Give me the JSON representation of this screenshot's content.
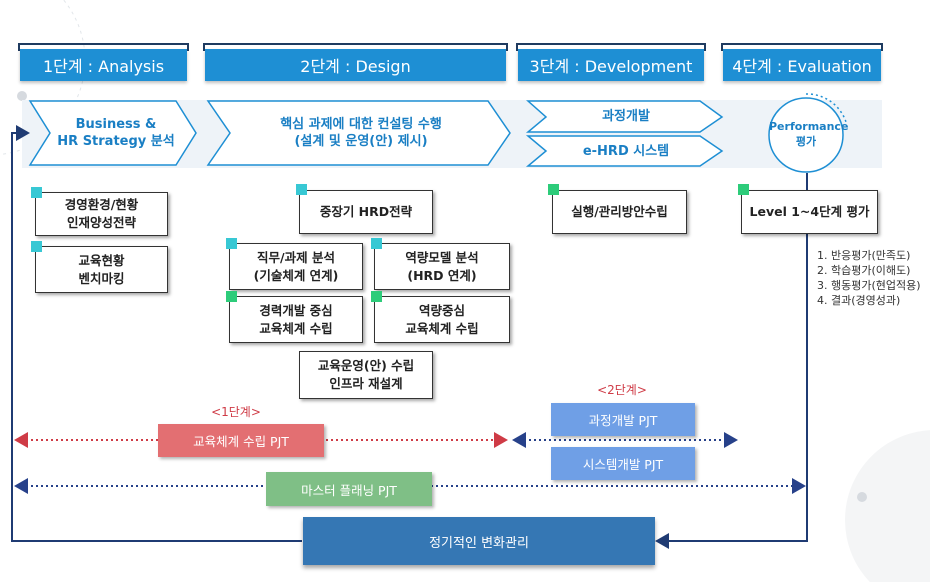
{
  "phases": [
    {
      "label": "1단계 : Analysis"
    },
    {
      "label": "2단계 : Design"
    },
    {
      "label": "3단계 : Development"
    },
    {
      "label": "4단계 : Evaluation"
    }
  ],
  "flow": {
    "analysis_1": "Business &",
    "analysis_2": "HR Strategy 분석",
    "design_1": "핵심 과제에 대한 컨설팅 수행",
    "design_2": "(설계 및 운영(안) 제시)",
    "dev_top": "과정개발",
    "dev_bottom": "e-HRD 시스템",
    "eval_1": "Performance",
    "eval_2": "평가"
  },
  "analysis_boxes": [
    {
      "line1": "경영환경/현황",
      "line2": "인재양성전략"
    },
    {
      "line1": "교육현황",
      "line2": "벤치마킹"
    }
  ],
  "design_boxes": {
    "top": "중장기 HRD전략",
    "job_1": "직무/과제 분석",
    "job_2": "(기술체계 연계)",
    "comp_1": "역량모델 분석",
    "comp_2": "(HRD 연계)",
    "career_1": "경력개발 중심",
    "career_2": "교육체계 수립",
    "compedu_1": "역량중심",
    "compedu_2": "교육체계 수립",
    "ops_1": "교육운영(안) 수립",
    "ops_2": "인프라 재설계"
  },
  "dev_box": "실행/관리방안수립",
  "eval_box": "Level 1~4단계 평가",
  "eval_list": [
    "1. 반응평가(만족도)",
    "2. 학습평가(이해도)",
    "3. 행동평가(현업적용)",
    "4. 결과(경영성과)"
  ],
  "projects": {
    "stage1_label": "<1단계>",
    "stage1_pjt": "교육체계 수립 PJT",
    "stage2_label": "<2단계>",
    "stage2_pjt_a": "과정개발 PJT",
    "stage2_pjt_b": "시스템개발 PJT",
    "master_pjt": "마스터 플래닝 PJT"
  },
  "management": "정기적인 변화관리",
  "colors": {
    "phase": "#1e8fd4",
    "chevron_text": "#1a7fc4",
    "stage1_pjt": "#e36f72",
    "stage2_pjt": "#6f9fe6",
    "master_pjt": "#7fbf86",
    "management": "#3577b4",
    "red_arrow": "#cf3b46",
    "blue_arrow": "#27418a"
  }
}
